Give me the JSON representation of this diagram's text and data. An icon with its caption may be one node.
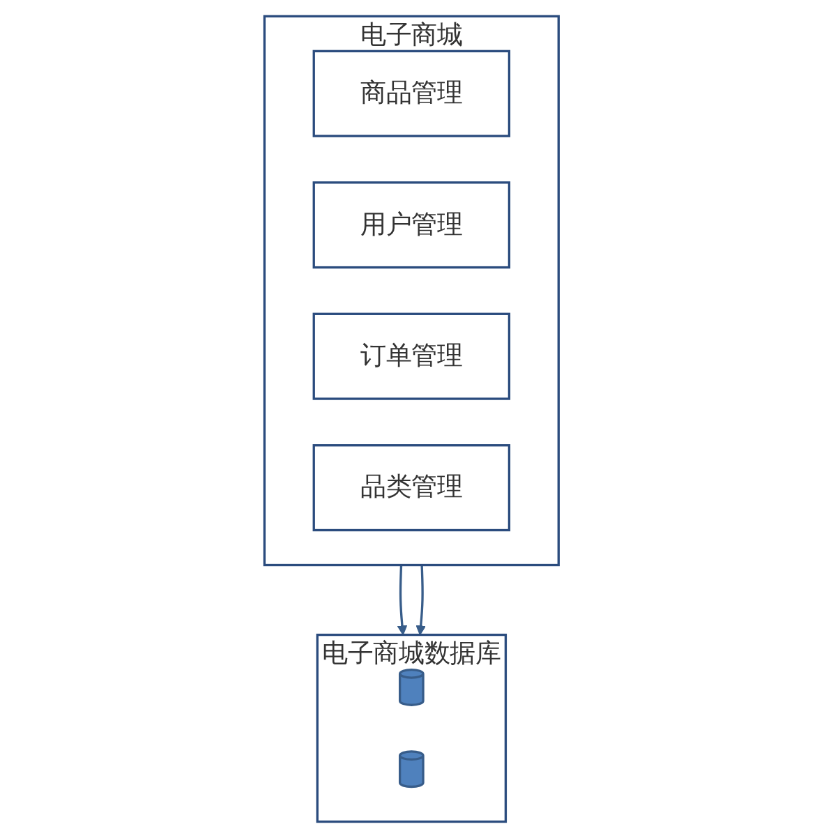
{
  "diagram": {
    "nodes": [
      {
        "text": [
          "电子商城"
        ]
      },
      {
        "text": [
          "商品管理"
        ],
        "in": 0
      },
      {
        "text": [
          "用户管理"
        ],
        "in": 0
      },
      {
        "text": [
          "订单管理"
        ],
        "in": 0
      },
      {
        "text": [
          "品类管理"
        ],
        "in": 0
      },
      {
        "text": [
          "电子商城数据库"
        ]
      },
      {
        "text": [],
        "shape": "cylinder",
        "in": 5
      },
      {
        "text": [],
        "shape": "cylinder",
        "in": 5
      }
    ],
    "edges": [
      {
        "from": 0,
        "to": 5,
        "arrow": "to"
      },
      {
        "from": 0,
        "to": 5,
        "arrow": "to"
      }
    ]
  }
}
